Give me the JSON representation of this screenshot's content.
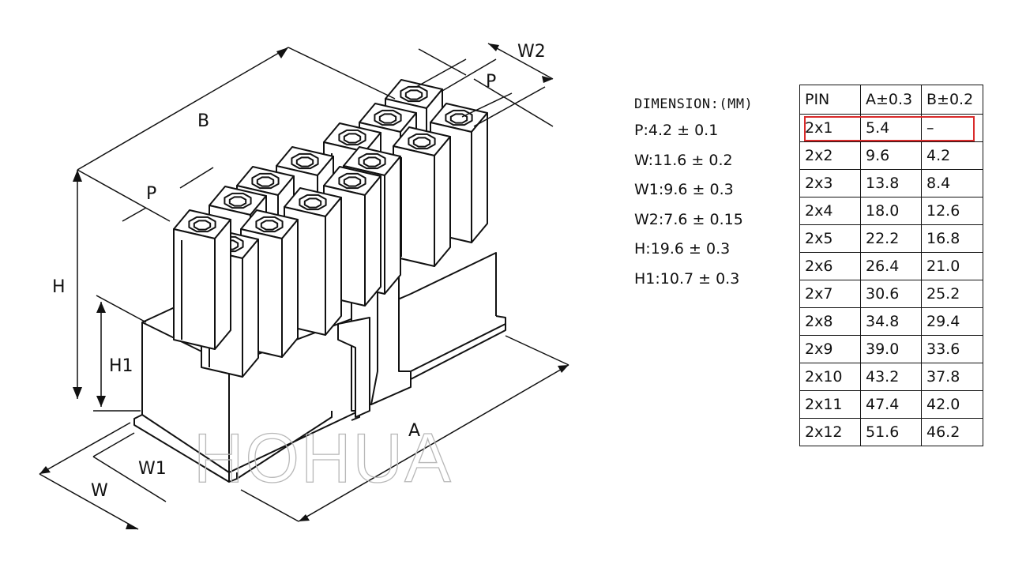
{
  "labels": {
    "b": "B",
    "p_top": "P",
    "p_left": "P",
    "w2": "W2",
    "h": "H",
    "h1": "H1",
    "w": "W",
    "w1": "W1",
    "a": "A"
  },
  "watermark": "HOHUA",
  "dimensions": {
    "title": "DIMENSION:(MM)",
    "lines": [
      "P:4.2 ± 0.1",
      "W:11.6 ± 0.2",
      "W1:9.6 ± 0.3",
      "W2:7.6 ± 0.15",
      "H:19.6 ± 0.3",
      "H1:10.7 ± 0.3"
    ]
  },
  "table": {
    "headers": [
      "PIN",
      "A±0.3",
      "B±0.2"
    ],
    "rows": [
      [
        "2x1",
        "5.4",
        "–"
      ],
      [
        "2x2",
        "9.6",
        "4.2"
      ],
      [
        "2x3",
        "13.8",
        "8.4"
      ],
      [
        "2x4",
        "18.0",
        "12.6"
      ],
      [
        "2x5",
        "22.2",
        "16.8"
      ],
      [
        "2x6",
        "26.4",
        "21.0"
      ],
      [
        "2x7",
        "30.6",
        "25.2"
      ],
      [
        "2x8",
        "34.8",
        "29.4"
      ],
      [
        "2x9",
        "39.0",
        "33.6"
      ],
      [
        "2x10",
        "43.2",
        "37.8"
      ],
      [
        "2x11",
        "47.4",
        "42.0"
      ],
      [
        "2x12",
        "51.6",
        "46.2"
      ]
    ],
    "highlight_row": "2x1",
    "highlight_color": "#d92b2b"
  }
}
